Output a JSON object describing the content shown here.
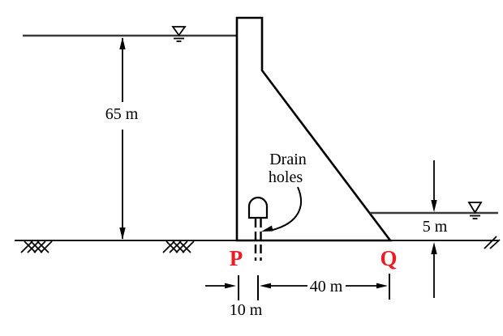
{
  "figure": {
    "dimensions": {
      "upstream_water_depth": "65 m",
      "tailwater_depth": "5 m",
      "heel_to_drain_distance": "10 m",
      "drain_to_toe_distance": "40 m"
    },
    "annotation": {
      "drain_label_line1": "Drain",
      "drain_label_line2": "holes"
    },
    "points": {
      "p": "P",
      "q": "Q"
    },
    "icons": {
      "water_level_symbol": "∇"
    },
    "colors": {
      "point_label": "#ec1c24",
      "line": "#000000",
      "water_line": "#3a3a3a",
      "background": "#ffffff"
    }
  }
}
